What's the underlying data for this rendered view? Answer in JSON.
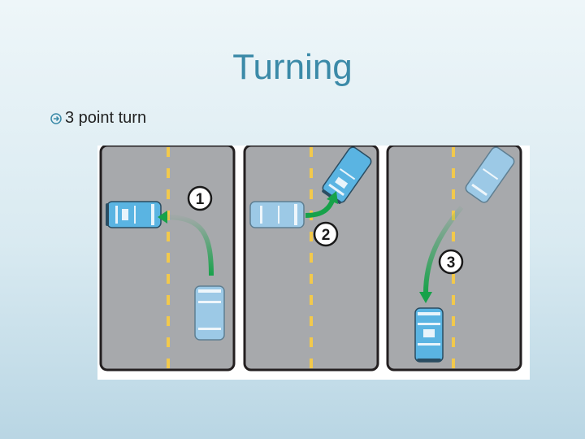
{
  "slide": {
    "title": "Turning",
    "bullet": "3 point turn"
  },
  "figure": {
    "step_labels": [
      "1",
      "2",
      "3"
    ],
    "colors": {
      "road": "#a7a9ac",
      "road_edge": "#231f20",
      "lane_dash": "#f2c94c",
      "car_body": "#5ab4e2",
      "car_ghost": "#9cc9e6",
      "arrow": "#17a24a"
    }
  }
}
